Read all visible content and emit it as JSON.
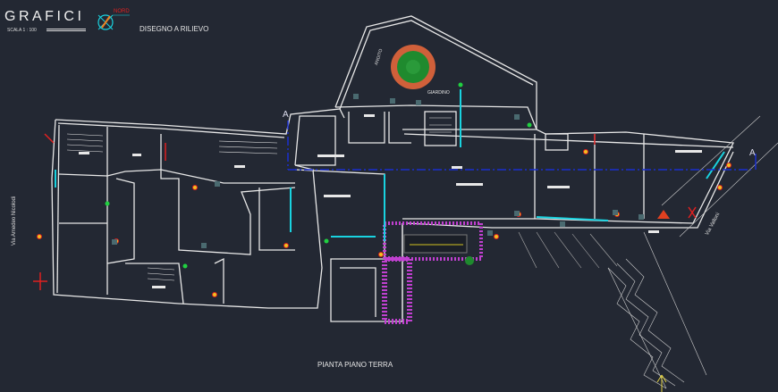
{
  "header": {
    "title": "GRAFICI",
    "scale": "SCALA 1 : 100",
    "north_label": "NORD",
    "subtitle": "DISEGNO A RILIEVO"
  },
  "plan": {
    "caption": "PIANTA PIANO TERRA",
    "garden_label": "GIARDINO",
    "entrance_label": "ANDITO",
    "street_left": "Via Amedeo Nicolodi",
    "street_right": "Via Valloni",
    "section_mark": "A"
  },
  "colors": {
    "background": "#232833",
    "walls": "#e8e8e8",
    "section_line": "#1a2fd0",
    "windows": "#19d3e0",
    "paving": "#c040d0",
    "fountain_ring": "#d0603a",
    "greenery": "#1f8a2e"
  }
}
